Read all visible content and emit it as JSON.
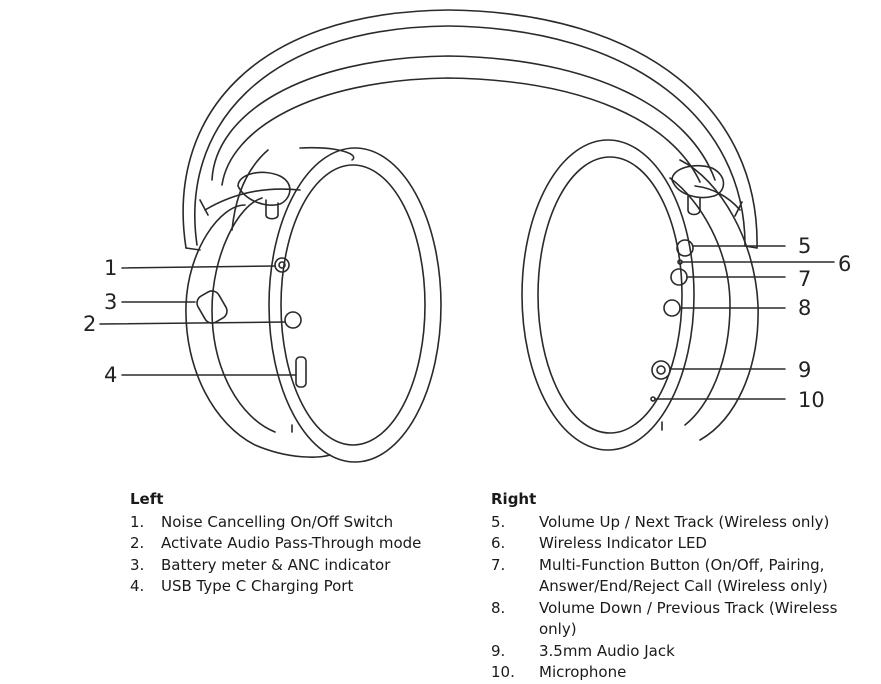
{
  "callouts": {
    "c1": "1",
    "c2": "2",
    "c3": "3",
    "c4": "4",
    "c5": "5",
    "c6": "6",
    "c7": "7",
    "c8": "8",
    "c9": "9",
    "c10": "10"
  },
  "legend": {
    "left": {
      "title": "Left",
      "items": [
        {
          "num": "1.",
          "text": "Noise Cancelling On/Off Switch"
        },
        {
          "num": "2.",
          "text": "Activate Audio Pass-Through mode"
        },
        {
          "num": "3.",
          "text": "Battery meter & ANC indicator"
        },
        {
          "num": "4.",
          "text": "USB Type C Charging Port"
        }
      ]
    },
    "right": {
      "title": "Right",
      "items": [
        {
          "num": "5.",
          "text": "Volume Up / Next Track (Wireless only)"
        },
        {
          "num": "6.",
          "text": "Wireless Indicator LED"
        },
        {
          "num": "7.",
          "text": "Multi-Function Button (On/Off, Pairing,\nAnswer/End/Reject Call (Wireless only)"
        },
        {
          "num": "8.",
          "text": "Volume Down / Previous Track (Wireless only)"
        },
        {
          "num": "9.",
          "text": "3.5mm Audio Jack"
        },
        {
          "num": "10.",
          "text": "Microphone"
        }
      ]
    }
  }
}
